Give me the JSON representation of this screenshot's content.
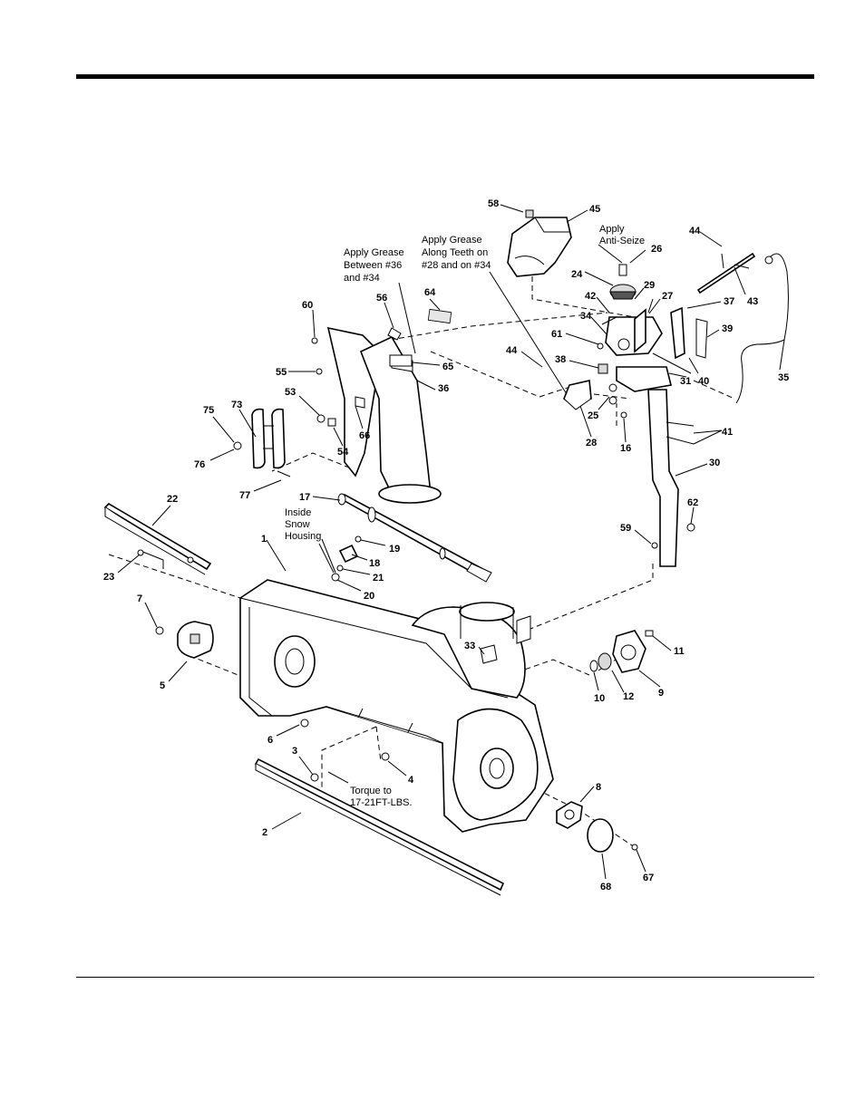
{
  "callouts": [
    {
      "id": "58",
      "text": "58"
    },
    {
      "id": "45",
      "text": "45"
    },
    {
      "id": "44a",
      "text": "44"
    },
    {
      "id": "26",
      "text": "26"
    },
    {
      "id": "24",
      "text": "24"
    },
    {
      "id": "29",
      "text": "29"
    },
    {
      "id": "42",
      "text": "42"
    },
    {
      "id": "27",
      "text": "27"
    },
    {
      "id": "37",
      "text": "37"
    },
    {
      "id": "43",
      "text": "43"
    },
    {
      "id": "34",
      "text": "34"
    },
    {
      "id": "39",
      "text": "39"
    },
    {
      "id": "61",
      "text": "61"
    },
    {
      "id": "44b",
      "text": "44"
    },
    {
      "id": "38",
      "text": "38"
    },
    {
      "id": "40",
      "text": "40"
    },
    {
      "id": "31",
      "text": "31"
    },
    {
      "id": "35",
      "text": "35"
    },
    {
      "id": "25",
      "text": "25"
    },
    {
      "id": "28",
      "text": "28"
    },
    {
      "id": "16",
      "text": "16"
    },
    {
      "id": "41",
      "text": "41"
    },
    {
      "id": "30",
      "text": "30"
    },
    {
      "id": "62",
      "text": "62"
    },
    {
      "id": "59",
      "text": "59"
    },
    {
      "id": "64",
      "text": "64"
    },
    {
      "id": "60",
      "text": "60"
    },
    {
      "id": "56",
      "text": "56"
    },
    {
      "id": "65",
      "text": "65"
    },
    {
      "id": "55",
      "text": "55"
    },
    {
      "id": "36",
      "text": "36"
    },
    {
      "id": "53",
      "text": "53"
    },
    {
      "id": "66",
      "text": "66"
    },
    {
      "id": "54",
      "text": "54"
    },
    {
      "id": "75",
      "text": "75"
    },
    {
      "id": "73",
      "text": "73"
    },
    {
      "id": "76",
      "text": "76"
    },
    {
      "id": "77",
      "text": "77"
    },
    {
      "id": "17",
      "text": "17"
    },
    {
      "id": "22",
      "text": "22"
    },
    {
      "id": "19",
      "text": "19"
    },
    {
      "id": "18",
      "text": "18"
    },
    {
      "id": "21",
      "text": "21"
    },
    {
      "id": "20",
      "text": "20"
    },
    {
      "id": "1",
      "text": "1"
    },
    {
      "id": "23",
      "text": "23"
    },
    {
      "id": "7",
      "text": "7"
    },
    {
      "id": "5",
      "text": "5"
    },
    {
      "id": "33",
      "text": "33"
    },
    {
      "id": "11",
      "text": "11"
    },
    {
      "id": "10",
      "text": "10"
    },
    {
      "id": "12",
      "text": "12"
    },
    {
      "id": "9",
      "text": "9"
    },
    {
      "id": "6",
      "text": "6"
    },
    {
      "id": "3",
      "text": "3"
    },
    {
      "id": "4",
      "text": "4"
    },
    {
      "id": "8",
      "text": "8"
    },
    {
      "id": "2",
      "text": "2"
    },
    {
      "id": "68",
      "text": "68"
    },
    {
      "id": "67",
      "text": "67"
    }
  ],
  "notes": {
    "apply_grease_36_34": [
      "Apply Grease",
      "Between #36",
      "and #34"
    ],
    "apply_grease_teeth": [
      "Apply Grease",
      "Along Teeth on",
      "#28 and on #34"
    ],
    "apply_anti_seize": [
      "Apply",
      "Anti-Seize"
    ],
    "inside_snow_housing": [
      "Inside",
      "Snow",
      "Housing"
    ],
    "torque": [
      "Torque to",
      "17-21FT-LBS."
    ]
  }
}
